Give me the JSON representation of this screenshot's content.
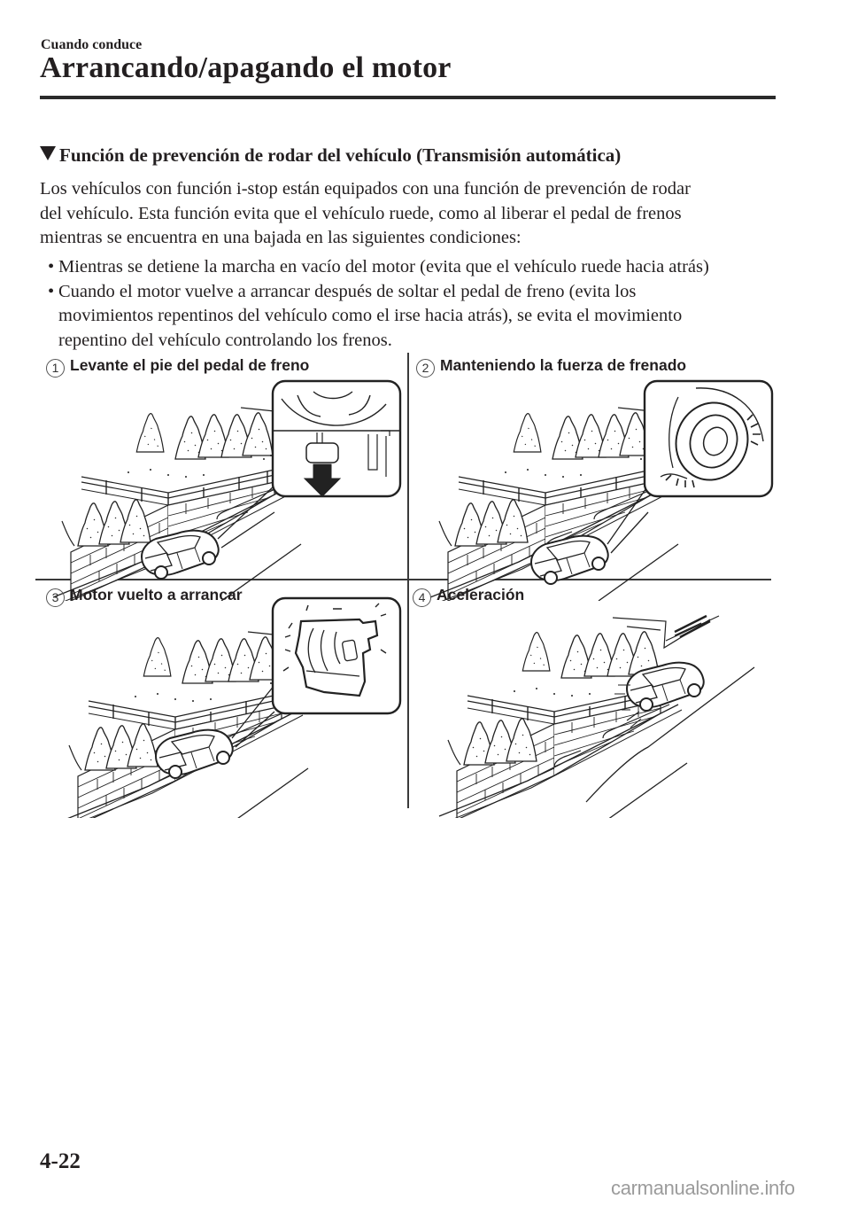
{
  "header": {
    "section": "Cuando conduce",
    "title": "Arrancando/apagando el motor"
  },
  "section": {
    "heading_icon": "down-triangle-icon",
    "heading": "Función de prevención de rodar del vehículo (Transmisión automática)",
    "intro_lines": [
      "Los vehículos con función i-stop están equipados con una función de prevención de rodar",
      "del vehículo. Esta función evita que el vehículo ruede, como al liberar el pedal de frenos",
      "mientras se encuentra en una bajada en las siguientes condiciones:"
    ],
    "bullets": [
      {
        "marker": "•",
        "lines": [
          "Mientras se detiene la marcha en vacío del motor (evita que el vehículo ruede hacia atrás)"
        ]
      },
      {
        "marker": "•",
        "lines": [
          "Cuando el motor vuelve a arrancar después de soltar el pedal de freno (evita los",
          "movimientos repentinos del vehículo como el irse hacia atrás), se evita el movimiento",
          "repentino del vehículo controlando los frenos."
        ]
      }
    ]
  },
  "figure": {
    "panels": [
      {
        "number": "1",
        "caption": "Levante el pie del pedal de freno",
        "inset": "brake-pedal-release-inset"
      },
      {
        "number": "2",
        "caption": "Manteniendo la fuerza de frenado",
        "inset": "brake-disc-hold-inset"
      },
      {
        "number": "3",
        "caption": "Motor vuelto a arrancar",
        "inset": "engine-restart-inset"
      },
      {
        "number": "4",
        "caption": "Aceleración",
        "inset": ""
      }
    ]
  },
  "footer": {
    "page_number": "4-22",
    "watermark": "carmanualsonline.info"
  }
}
